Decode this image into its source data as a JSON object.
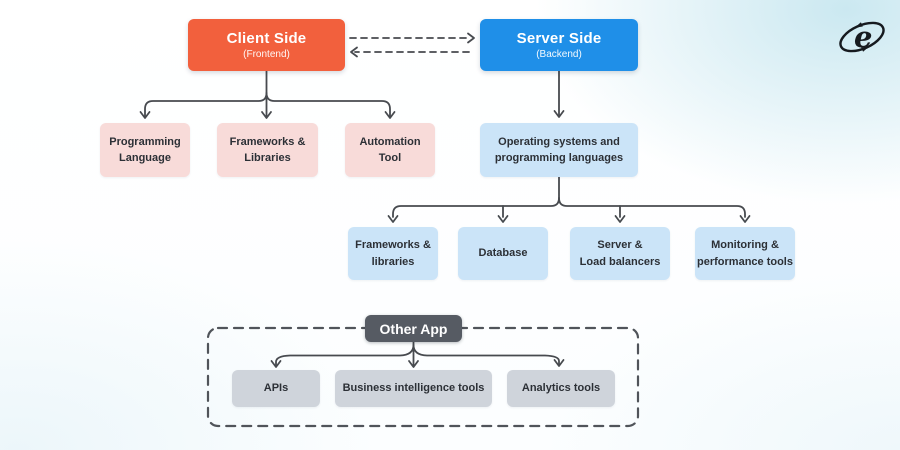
{
  "header": {
    "client": {
      "title": "Client Side",
      "subtitle": "(Frontend)"
    },
    "server": {
      "title": "Server Side",
      "subtitle": "(Backend)"
    }
  },
  "client_children": [
    {
      "label": "Programming\nLanguage"
    },
    {
      "label": "Frameworks &\nLibraries"
    },
    {
      "label": "Automation\nTool"
    }
  ],
  "server_child": {
    "label": "Operating systems and\nprogramming languages"
  },
  "server_grandchildren": [
    {
      "label": "Frameworks &\nlibraries"
    },
    {
      "label": "Database"
    },
    {
      "label": "Server &\nLoad balancers"
    },
    {
      "label": "Monitoring &\nperformance tools"
    }
  ],
  "other_app": {
    "title": "Other App",
    "children": [
      {
        "label": "APIs"
      },
      {
        "label": "Business intelligence tools"
      },
      {
        "label": "Analytics tools"
      }
    ]
  },
  "logo": {
    "glyph": "e"
  },
  "colors": {
    "client_box": "#F2603D",
    "server_box": "#1F8FE8",
    "client_child_box": "#F8DBD9",
    "server_child_box": "#CBE4F8",
    "other_child_box": "#CFD4DB",
    "other_app_box": "#565B63",
    "connector": "#474A4F",
    "background_tint": "#D6ECF3"
  }
}
